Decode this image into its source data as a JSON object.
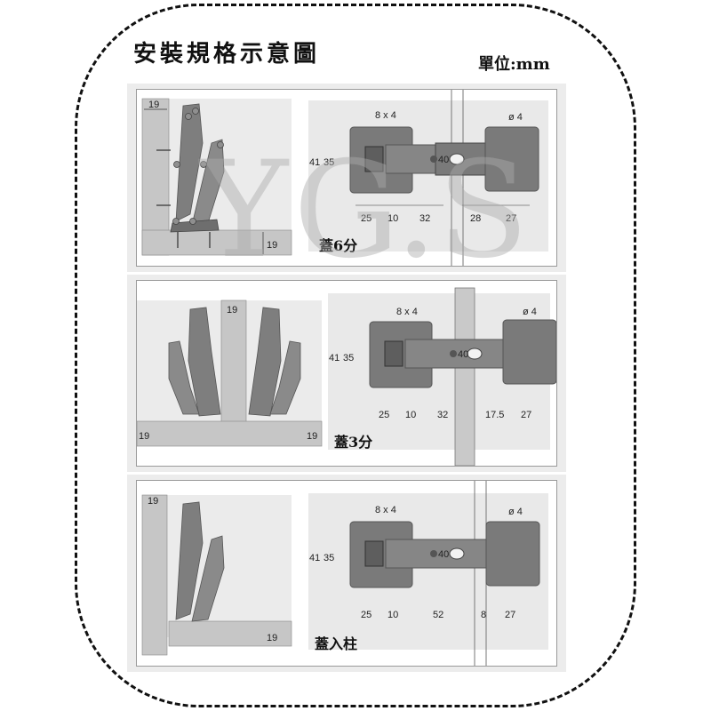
{
  "header": {
    "title": "安裝規格示意圖",
    "unit": "單位:mm"
  },
  "watermark": {
    "text_left": "Y",
    "text_right": "G.S",
    "dot": "."
  },
  "colors": {
    "hinge": "#7a7a7a",
    "hinge_dark": "#5e5e5e",
    "panel_bg": "#e9e9e9",
    "wood": "#c8c8c8",
    "frame": "#111111"
  },
  "panels": [
    {
      "caption": "蓋6分",
      "side": {
        "door_thickness": "19",
        "side_thickness": "19"
      },
      "plan": {
        "slot": "8 x 4",
        "hole": "ø 4",
        "height_outer": "41",
        "height_inner": "35",
        "cup": "40",
        "dims": [
          "25",
          "10",
          "32",
          "28",
          "27"
        ]
      }
    },
    {
      "caption": "蓋3分",
      "side": {
        "center_thickness": "19",
        "left_thickness": "19",
        "right_thickness": "19"
      },
      "plan": {
        "slot": "8 x 4",
        "hole": "ø 4",
        "height_outer": "41",
        "height_inner": "35",
        "cup": "40",
        "dims": [
          "25",
          "10",
          "32",
          "17.5",
          "27"
        ]
      }
    },
    {
      "caption": "蓋入柱",
      "side": {
        "door_thickness": "19",
        "side_thickness": "19"
      },
      "plan": {
        "slot": "8 x 4",
        "hole": "ø 4",
        "height_outer": "41",
        "height_inner": "35",
        "cup": "40",
        "dims": [
          "25",
          "10",
          "52",
          "8",
          "27"
        ]
      }
    }
  ]
}
